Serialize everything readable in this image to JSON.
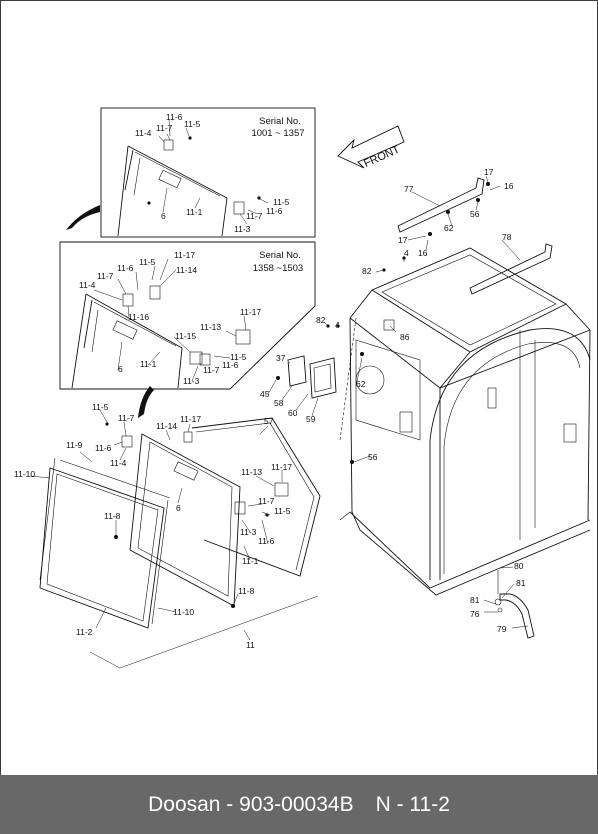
{
  "footer": {
    "brand_code": "Doosan - 903-00034B",
    "page": "N - 11-2"
  },
  "inset_top": {
    "serial_line1": "Serial No.",
    "serial_line2": "1001 ~ 1357"
  },
  "inset_mid": {
    "serial_line1": "Serial No.",
    "serial_line2": "1358 ~1503"
  },
  "front_arrow": "FRONT",
  "labels": {
    "a1": "11-6",
    "a2": "11-5",
    "a3": "11-4",
    "a4": "11-7",
    "a5": "6",
    "a6": "11-1",
    "a7": "11-5",
    "a8": "11-7",
    "a9": "11-6",
    "a10": "11-3",
    "b1": "11-17",
    "b2": "11-5",
    "b3": "11-6",
    "b4": "11-14",
    "b5": "11-7",
    "b6": "11-4",
    "b7": "11-16",
    "b8": "11-13",
    "b9": "11-17",
    "b10": "11-15",
    "b11": "11-5",
    "b12": "11-7",
    "b13": "11-6",
    "b14": "11-1",
    "b15": "6",
    "b16": "11-3",
    "c1": "11-5",
    "c2": "11-7",
    "c3": "11-17",
    "c4": "11-14",
    "c5": "57",
    "c6": "11-6",
    "c7": "11-4",
    "c8": "11-9",
    "c9": "11-10",
    "c10": "11-13",
    "c11": "11-17",
    "c12": "6",
    "c13": "11-7",
    "c14": "11-8",
    "c15": "11-5",
    "c16": "11-3",
    "c17": "11-6",
    "c18": "11-1",
    "c19": "11-8",
    "c20": "11-10",
    "c21": "11-2",
    "c22": "11",
    "d1": "77",
    "d2": "17",
    "d3": "16",
    "d4": "56",
    "d5": "62",
    "d6": "17",
    "d7": "78",
    "d8": "16",
    "d9": "4",
    "d10": "82",
    "d11": "82",
    "d12": "4",
    "d13": "86",
    "d14": "37",
    "d15": "62",
    "d16": "45",
    "d17": "58",
    "d18": "60",
    "d19": "59",
    "d20": "56",
    "d21": "80",
    "d22": "81",
    "d23": "81",
    "d24": "76",
    "d25": "79"
  }
}
